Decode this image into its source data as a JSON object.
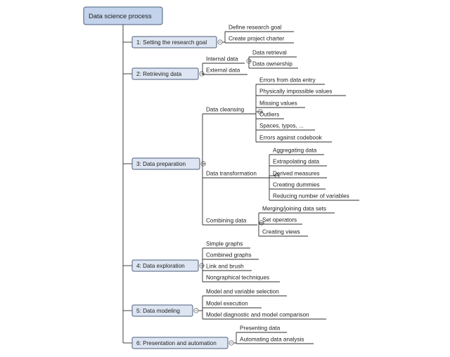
{
  "root": {
    "label": "Data science process"
  },
  "steps": [
    {
      "label": "1: Setting the research goal",
      "children": [
        {
          "label": "Define research goal"
        },
        {
          "label": "Create project charter"
        }
      ]
    },
    {
      "label": "2: Retrieving data",
      "children": [
        {
          "label": "Internal data",
          "children": [
            {
              "label": "Data retrieval"
            },
            {
              "label": "Data ownership"
            }
          ]
        },
        {
          "label": "External data"
        }
      ]
    },
    {
      "label": "3: Data preparation",
      "children": [
        {
          "label": "Data cleansing",
          "children": [
            {
              "label": "Errors from data entry"
            },
            {
              "label": "Physically impossible values"
            },
            {
              "label": "Missing values"
            },
            {
              "label": "Outliers"
            },
            {
              "label": "Spaces, typos, ..."
            },
            {
              "label": "Errors against codebook"
            }
          ]
        },
        {
          "label": "Data transformation",
          "children": [
            {
              "label": "Aggregating data"
            },
            {
              "label": "Extrapolating data"
            },
            {
              "label": "Derived measures"
            },
            {
              "label": "Creating dummies"
            },
            {
              "label": "Reducing number of variables"
            }
          ]
        },
        {
          "label": "Combining data",
          "children": [
            {
              "label": "Merging/joining data sets"
            },
            {
              "label": "Set operators"
            },
            {
              "label": "Creating views"
            }
          ]
        }
      ]
    },
    {
      "label": "4: Data exploration",
      "children": [
        {
          "label": "Simple graphs"
        },
        {
          "label": "Combined graphs"
        },
        {
          "label": "Link and brush"
        },
        {
          "label": "Nongraphical techniques"
        }
      ]
    },
    {
      "label": "5: Data modeling",
      "children": [
        {
          "label": "Model and variable selection"
        },
        {
          "label": "Model execution"
        },
        {
          "label": "Model diagnostic and model comparison"
        }
      ]
    },
    {
      "label": "6: Presentation and automation",
      "children": [
        {
          "label": "Presenting data"
        },
        {
          "label": "Automating data analysis"
        }
      ]
    }
  ]
}
